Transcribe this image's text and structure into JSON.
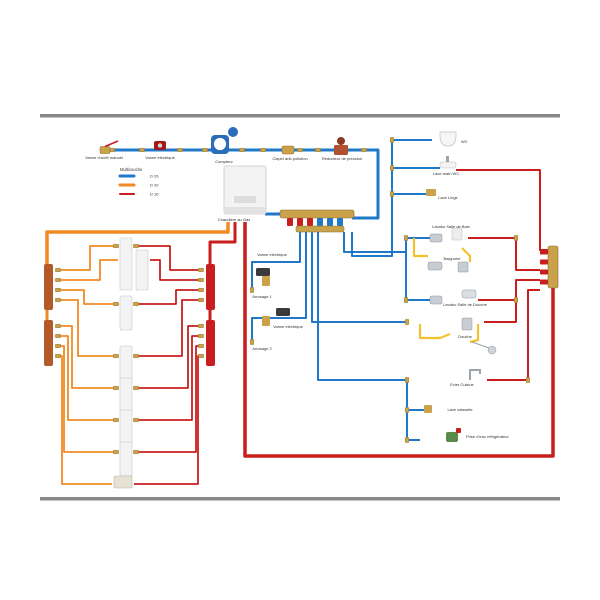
{
  "colors": {
    "blue": "#1f78c8",
    "orange": "#f08a24",
    "red": "#c81e1e",
    "yellow": "#f2c12e",
    "frame": "#888888",
    "brass": "#c9a24a",
    "white_unit": "#eef0f2"
  },
  "legend": {
    "title": "Multicouche",
    "items": [
      {
        "label": "D 26",
        "color": "#1f78c8"
      },
      {
        "label": "D 20",
        "color": "#f08a24"
      },
      {
        "label": "D 16",
        "color": "#c81e1e"
      }
    ]
  },
  "top_row": {
    "arret": "Vanne d'arrêt manuel",
    "vanne_elec": "Vanne électrique",
    "compteur": "Compteur",
    "clapet": "Clapet anti-pollution",
    "reducteur": "Réducteur de pression"
  },
  "boiler": "Chaudière au Gaz",
  "middle": {
    "vanne_elec_1": "Vanne électrique",
    "arrosage_1": "Arrosage 1",
    "vanne_elec_2": "Vanne électrique",
    "arrosage_2": "Arrosage 2"
  },
  "fixtures": [
    {
      "label": "WC",
      "icon": "toilet-icon"
    },
    {
      "label": "Lave-main WC",
      "icon": "sink-icon"
    },
    {
      "label": "Lave Linge",
      "icon": "washer-icon"
    },
    {
      "label": "Lavabo Salle de Bain",
      "icon": "sink-icon"
    },
    {
      "label": "Baignoire",
      "icon": "bathtub-mixer-icon"
    },
    {
      "label": "Lavabo Salle de Douche",
      "icon": "sink-icon"
    },
    {
      "label": "Douche",
      "icon": "shower-icon"
    },
    {
      "label": "Evier Cuisine",
      "icon": "kitchen-tap-icon"
    },
    {
      "label": "Lave vaisselle",
      "icon": "dishwasher-valve-icon"
    },
    {
      "label": "Prise d'eau réfrigérateur",
      "icon": "fridge-valve-icon"
    }
  ]
}
